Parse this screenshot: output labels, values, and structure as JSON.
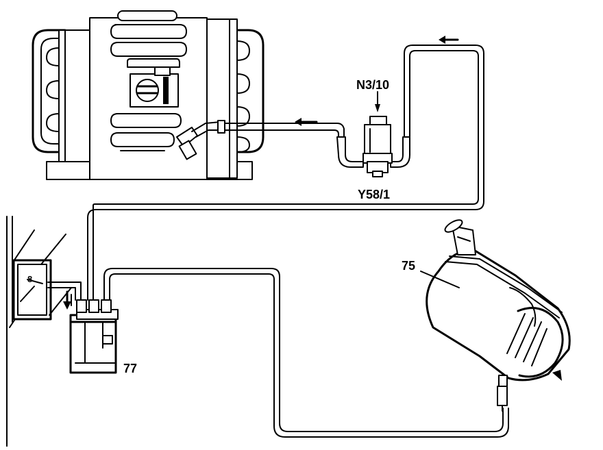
{
  "diagram": {
    "labels": {
      "valve_top": "N3/10",
      "valve_bottom": "Y58/1",
      "tank": "75",
      "canister": "77",
      "small": "8"
    }
  }
}
